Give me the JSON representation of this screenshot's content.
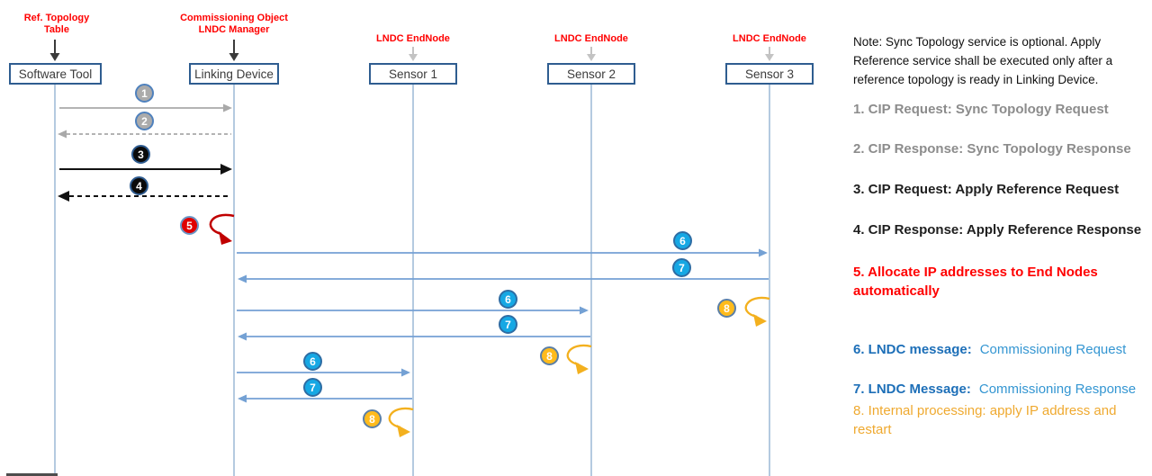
{
  "diagram": {
    "actors": [
      {
        "stereotype": "Ref. Topology\nTable",
        "name": "Software Tool"
      },
      {
        "stereotype": "Commissioning Object\nLNDC Manager",
        "name": "Linking Device"
      },
      {
        "stereotype": "LNDC EndNode",
        "name": "Sensor 1"
      },
      {
        "stereotype": "LNDC EndNode",
        "name": "Sensor 2"
      },
      {
        "stereotype": "LNDC EndNode",
        "name": "Sensor 3"
      }
    ],
    "badges": [
      "1",
      "2",
      "3",
      "4",
      "5",
      "6",
      "7",
      "8"
    ]
  },
  "note": "Note: Sync Topology service is optional.  Apply\nReference service shall be executed only after a\nreference topology is ready in Linking Device.",
  "legend": {
    "items": [
      {
        "text": "1. CIP Request: Sync Topology Request"
      },
      {
        "text": "2. CIP Response: Sync Topology Response"
      },
      {
        "text": "3. CIP Request: Apply Reference Request"
      },
      {
        "text": "4. CIP Response: Apply Reference Response"
      },
      {
        "text": "5. Allocate IP addresses to End Nodes\nautomatically"
      },
      {
        "prefix": "6. LNDC message:",
        "value": "Commissioning Request"
      },
      {
        "prefix": "7. LNDC Message:",
        "value": "Commissioning Response"
      },
      {
        "text": "8. Internal processing: apply IP address and\nrestart"
      }
    ]
  },
  "colors": {
    "stereotype_red": "#FF0000",
    "actor_border_blue": "#2F5D90",
    "lifeline_blue": "#A2BCD9",
    "message_blue": "#74A1D4",
    "message_gray": "#A9A9A9",
    "message_black": "#111111",
    "self_message_red": "#C00000",
    "self_message_orange": "#F3B01E",
    "badge_blue": "#16A8E4",
    "badge_orange": "#FFBB1C",
    "legend_blue_dark": "#1D6FB8",
    "legend_blue_light": "#3496D2",
    "legend_orange": "#EFA92F"
  }
}
